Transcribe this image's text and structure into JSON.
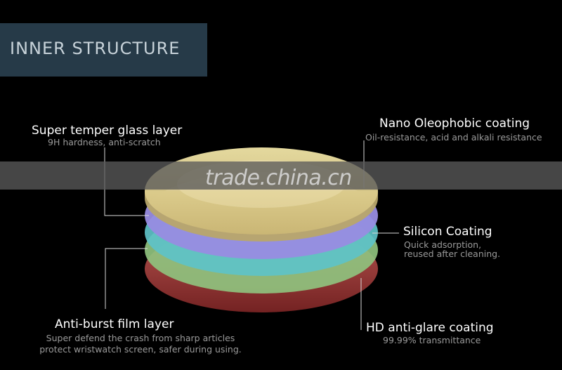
{
  "header": {
    "title": "INNER STRUCTURE",
    "background": "#263a48"
  },
  "watermark": "trade.china.cn",
  "layers": {
    "top": {
      "label": "Super temper glass layer",
      "description": "9H hardness, anti-scratch"
    },
    "oleophobic": {
      "label": "Nano Oleophobic coating",
      "description": "Oil-resistance, acid and alkali resistance"
    },
    "silicon": {
      "label": "Silicon Coating",
      "description_line1": "Quick adsorption,",
      "description_line2": "reused after cleaning."
    },
    "antiburst": {
      "label": "Anti-burst film layer",
      "description_line1": "Super defend the crash from sharp articles",
      "description_line2": "protect wristwatch screen, safer during using."
    },
    "antiglare": {
      "label": "HD anti-glare coating",
      "description": "99.99% transmittance"
    }
  },
  "colors": {
    "background": "#000000",
    "glass": "#e3d38f",
    "purple": "#9a8ee6",
    "cyan": "#5fc6cf",
    "green": "#93c982",
    "red": "#a83f3f"
  }
}
